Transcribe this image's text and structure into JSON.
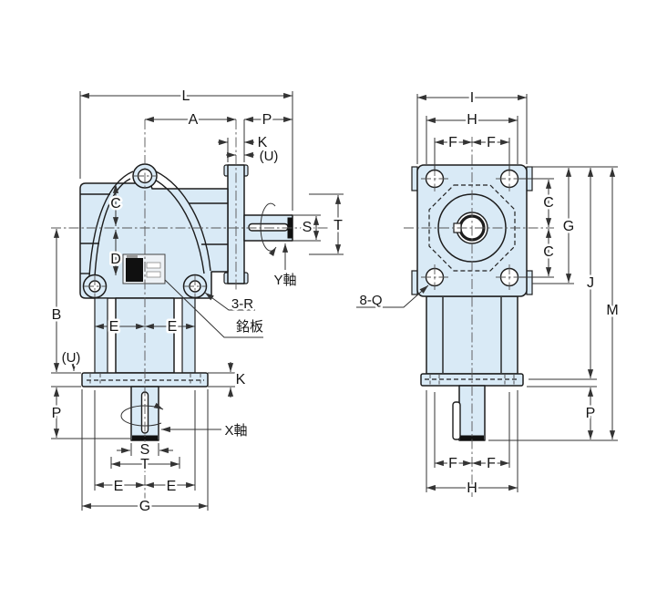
{
  "colors": {
    "background": "#ffffff",
    "body_fill": "#d9eaf6",
    "outline": "#1d1d1d",
    "dimension_lines": "#333333",
    "nameplate_block": "#101010"
  },
  "left_view": {
    "dims": {
      "L": "L",
      "A": "A",
      "P_top": "P",
      "K_top": "K",
      "U_top": "(U)",
      "C": "C",
      "D": "D",
      "B": "B",
      "E_leg_left": "E",
      "E_leg_right": "E",
      "U_bottom": "(U)",
      "K_bottom": "K",
      "P_bottom": "P",
      "S_side": "S",
      "T_side": "T",
      "S_bottom": "S",
      "T_bottom": "T",
      "E_bottom_left": "E",
      "E_bottom_right": "E",
      "G": "G"
    },
    "callouts": {
      "y_axis": "Y軸",
      "x_axis": "X軸",
      "corner_radius": "3-R",
      "nameplate": "銘板"
    }
  },
  "right_view": {
    "dims": {
      "I": "I",
      "H_top": "H",
      "F_top_left": "F",
      "F_top_right": "F",
      "C_upper": "C",
      "C_lower": "C",
      "G": "G",
      "J": "J",
      "M": "M",
      "P": "P",
      "F_bottom_left": "F",
      "F_bottom_right": "F",
      "H_bottom": "H"
    },
    "callouts": {
      "mounting_holes": "8-Q"
    }
  }
}
